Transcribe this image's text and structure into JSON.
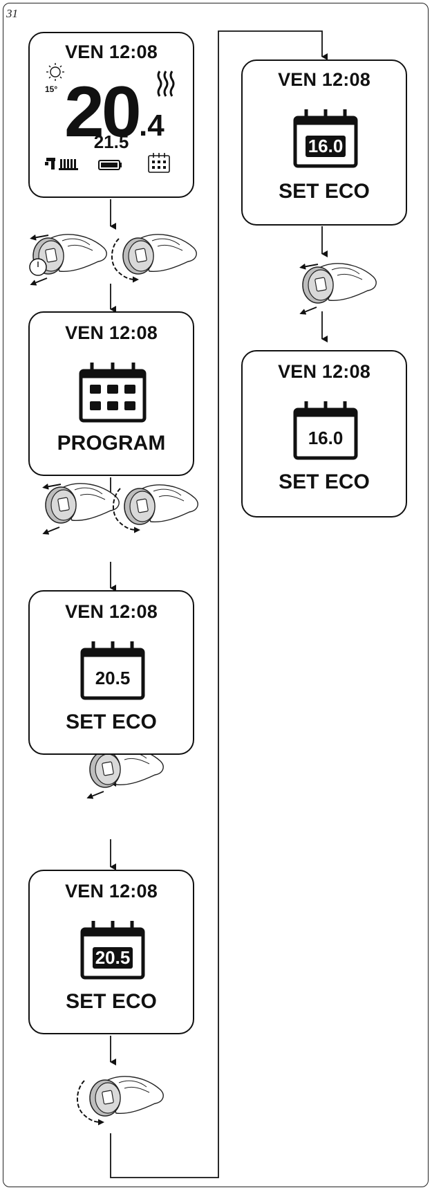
{
  "figure_number": "31",
  "panels": [
    {
      "id": "home",
      "header": "VEN 12:08",
      "temp_main": "20",
      "temp_dec": ".4",
      "setpoint": "21.5",
      "outdoor": "15°"
    },
    {
      "id": "program",
      "header": "VEN 12:08",
      "label": "PROGRAM"
    },
    {
      "id": "seteco-1",
      "header": "VEN 12:08",
      "value": "20.5",
      "label": "SET ECO",
      "highlighted": false
    },
    {
      "id": "seteco-2",
      "header": "VEN 12:08",
      "value": "20.5",
      "label": "SET ECO",
      "highlighted": true
    },
    {
      "id": "seteco-3",
      "header": "VEN 12:08",
      "value": "16.0",
      "label": "SET ECO",
      "highlighted": true
    },
    {
      "id": "seteco-4",
      "header": "VEN 12:08",
      "value": "16.0",
      "label": "SET ECO",
      "highlighted": false
    }
  ],
  "icons": [
    "sun-icon",
    "heating-waves-icon",
    "radiator-icon",
    "battery-icon",
    "calendar-icon",
    "knob-hand-icon",
    "clock-icon",
    "rotate-arrow-icon"
  ]
}
